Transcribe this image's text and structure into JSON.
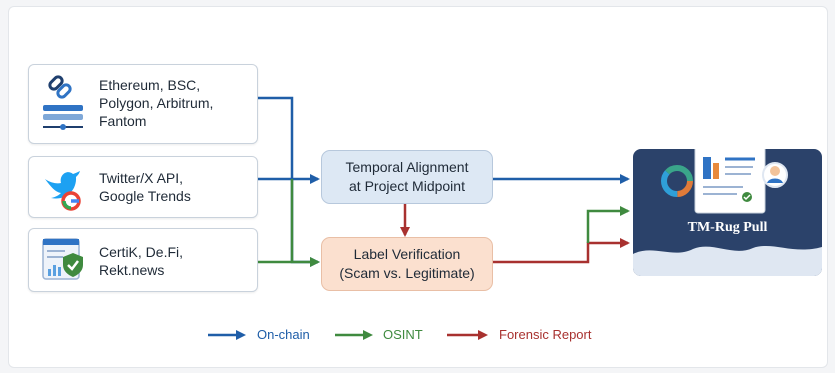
{
  "sources": [
    {
      "lines": [
        "Ethereum, BSC,",
        "Polygon, Arbitrum,",
        "Fantom"
      ],
      "icon": "blockchain-link-icon"
    },
    {
      "lines": [
        "Twitter/X API,",
        "Google Trends"
      ],
      "icon": "twitter-google-icon"
    },
    {
      "lines": [
        "CertiK, De.Fi,",
        "Rekt.news"
      ],
      "icon": "security-report-icon"
    }
  ],
  "process": {
    "temporal": [
      "Temporal Alignment",
      "at Project Midpoint"
    ],
    "label": [
      "Label Verification",
      "(Scam vs. Legitimate)"
    ]
  },
  "output": {
    "title": "TM-Rug Pull",
    "icon": "clipboard-report-icon"
  },
  "legend": [
    {
      "label": "On-chain",
      "color": "#1f5ea8"
    },
    {
      "label": "OSINT",
      "color": "#3f8a3f"
    },
    {
      "label": "Forensic Report",
      "color": "#a8312f"
    }
  ],
  "colors": {
    "onchain": "#1f5ea8",
    "osint": "#3f8a3f",
    "forensic": "#a8312f"
  }
}
